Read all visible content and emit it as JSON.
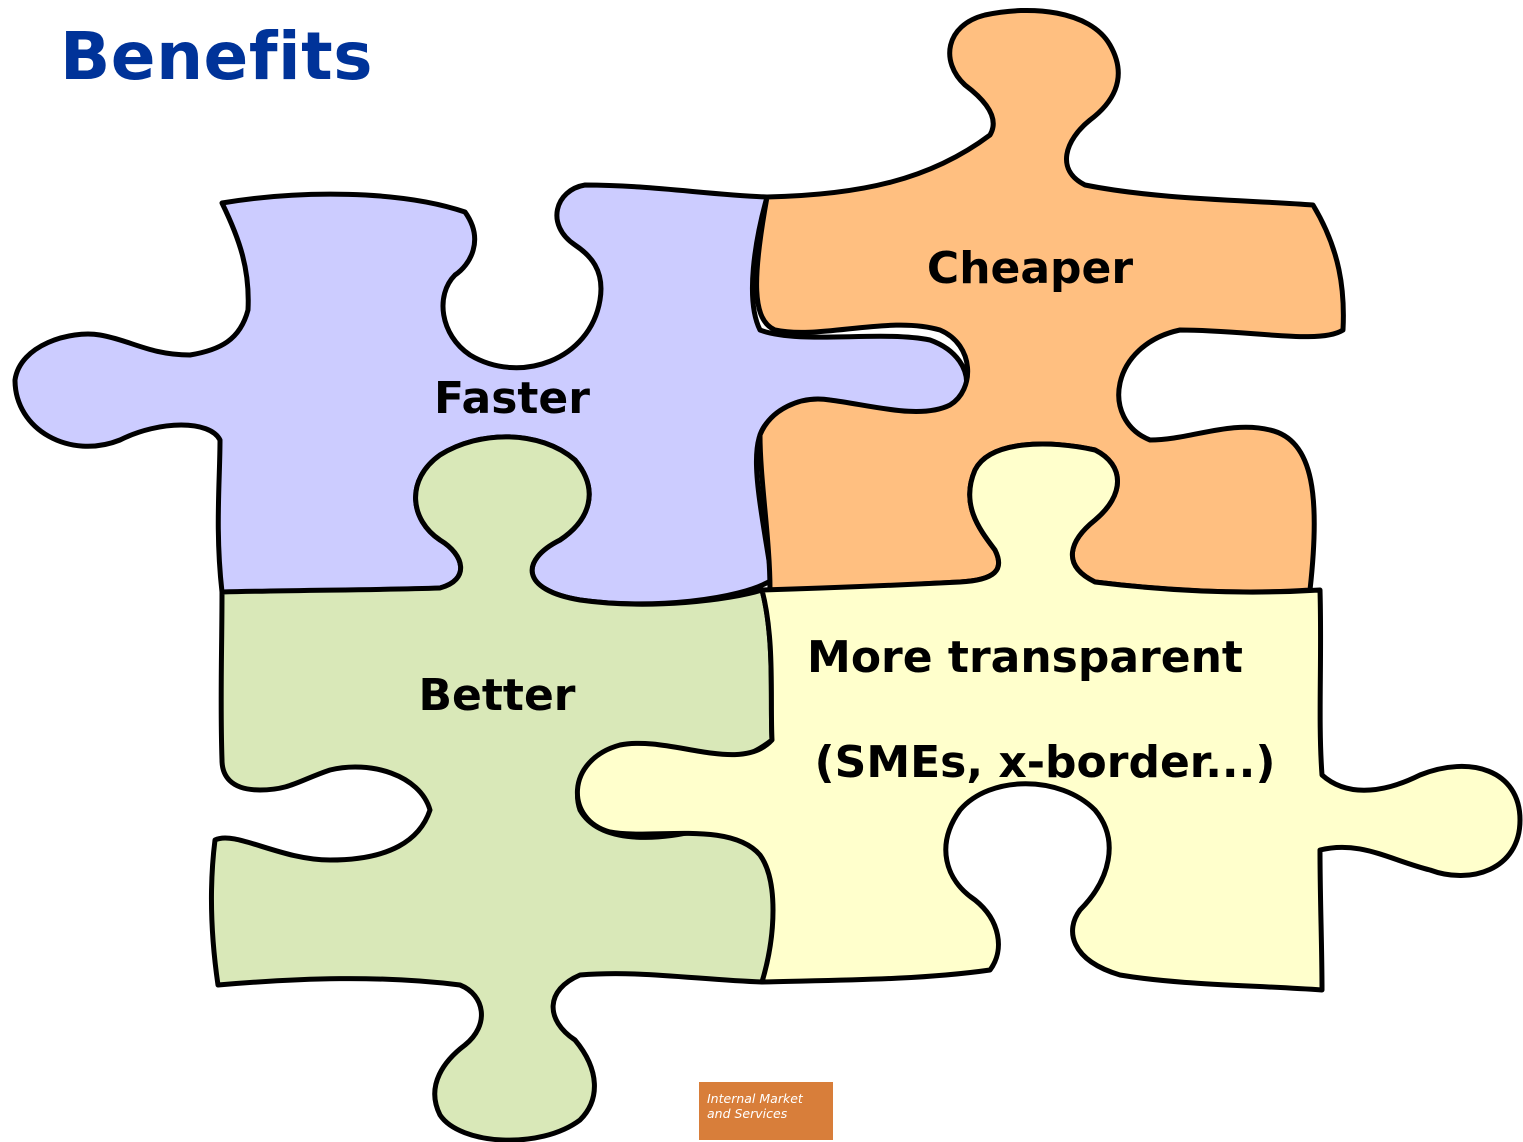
{
  "title": "Benefits",
  "colors": {
    "title": "#003399",
    "faster": "#CCCCFF",
    "cheaper": "#FFBF80",
    "better": "#D9E8B8",
    "transparent": "#FFFFCC",
    "badge": "#D87E3A"
  },
  "pieces": {
    "faster": "Faster",
    "cheaper": "Cheaper",
    "better": "Better",
    "transparent_line1": "More transparent",
    "transparent_line2": "(SMEs, x-border...)"
  },
  "badge": {
    "line1": "Internal Market",
    "line2": "and Services"
  }
}
